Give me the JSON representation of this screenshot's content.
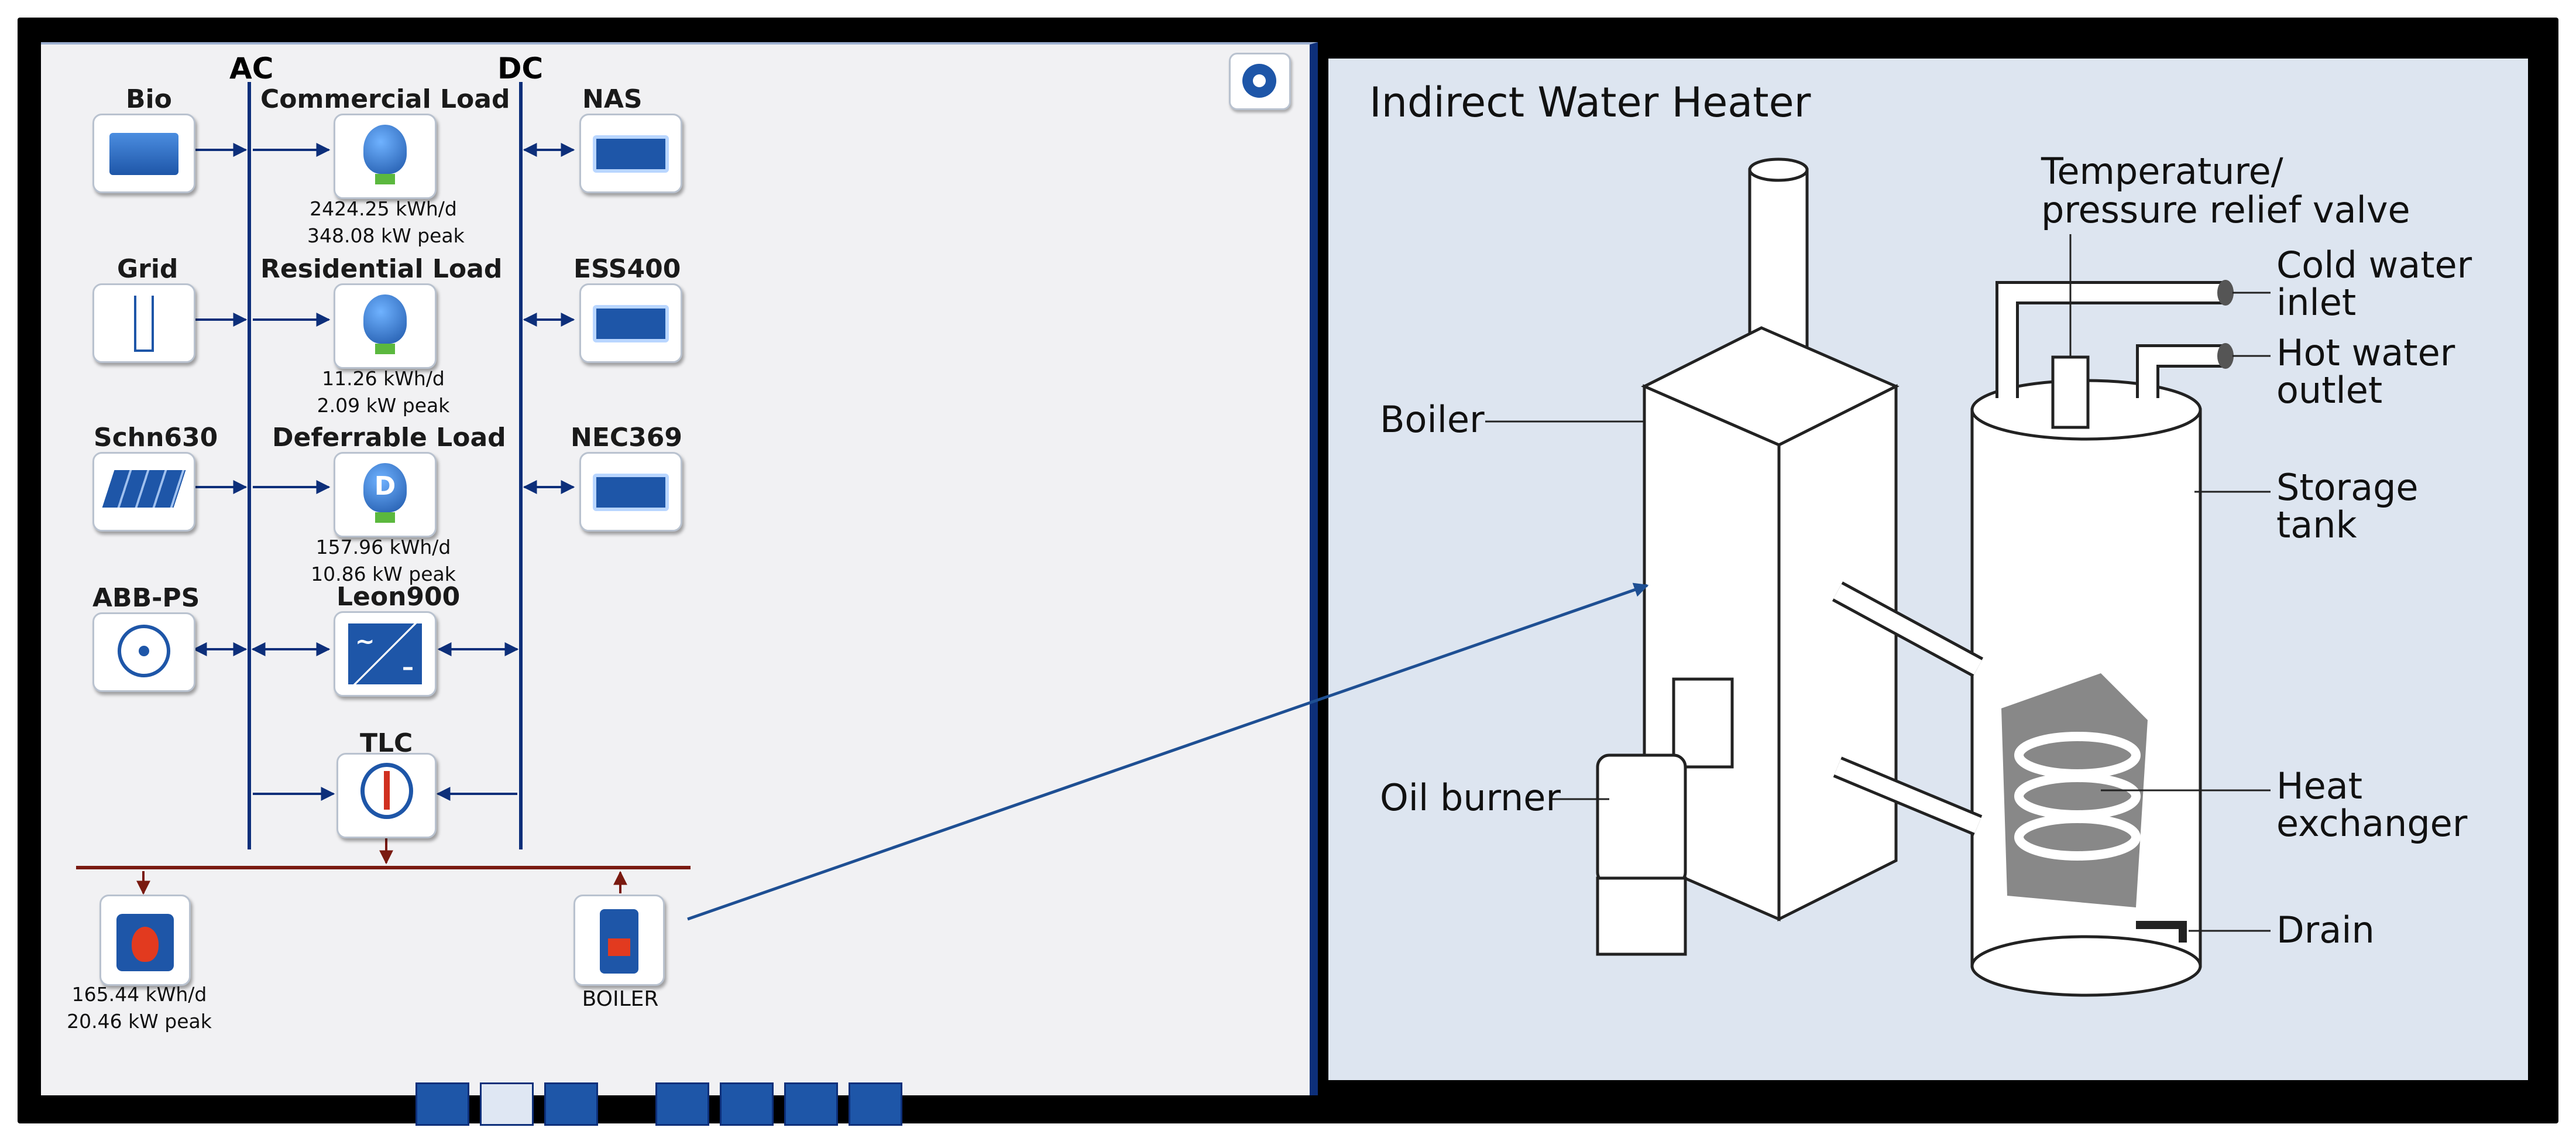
{
  "left": {
    "bus_ac": "AC",
    "bus_dc": "DC",
    "components": {
      "bio": "Bio",
      "grid": "Grid",
      "schn630": "Schn630",
      "abb_ps": "ABB-PS",
      "nas": "NAS",
      "ess400": "ESS400",
      "nec369": "NEC369",
      "leon900": "Leon900",
      "tlc": "TLC",
      "boiler": "BOILER"
    },
    "loads": {
      "commercial": {
        "label": "Commercial Load",
        "energy": "2424.25 kWh/d",
        "peak": "348.08 kW peak"
      },
      "residential": {
        "label": "Residential Load",
        "energy": "11.26 kWh/d",
        "peak": "2.09 kW peak"
      },
      "deferrable": {
        "label": "Deferrable Load",
        "energy": "157.96 kWh/d",
        "peak": "10.86 kW peak"
      },
      "thermal": {
        "energy": "165.44 kWh/d",
        "peak": "20.46 kW peak"
      }
    },
    "toolbar_icons": [
      "target-icon",
      "wind-icon",
      "wave-icon",
      "dollar-icon",
      "cube-icon",
      "cloud-icon",
      "refresh-icon"
    ]
  },
  "right": {
    "title": "Indirect Water Heater",
    "labels": {
      "temp_valve_1": "Temperature/",
      "temp_valve_2": "pressure relief valve",
      "cold_1": "Cold water",
      "cold_2": "inlet",
      "hot_1": "Hot water",
      "hot_2": "outlet",
      "boiler": "Boiler",
      "storage_1": "Storage",
      "storage_2": "tank",
      "oil_burner": "Oil burner",
      "heat_1": "Heat",
      "heat_2": "exchanger",
      "drain": "Drain"
    }
  },
  "colors": {
    "frame": "#000000",
    "panel_border": "#0d2f7a",
    "bus": "#0d2f7a",
    "thermal_bus": "#7a1a10",
    "icon_blue": "#1e56a8",
    "diagram_bg": "#dde5f0"
  }
}
